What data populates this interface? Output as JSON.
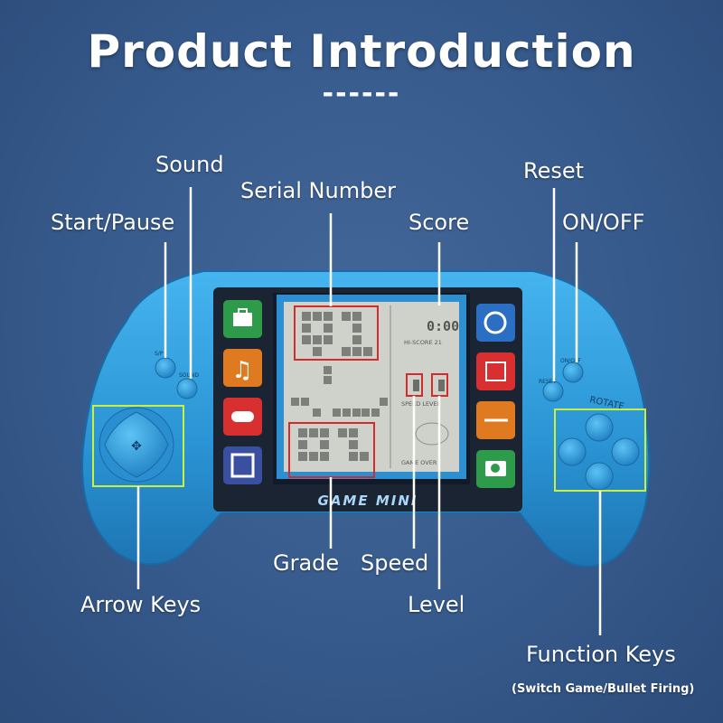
{
  "title": "Product Introduction",
  "title_underline": "------",
  "labels": {
    "sound": "Sound",
    "start_pause": "Start/Pause",
    "serial_number": "Serial Number",
    "score": "Score",
    "reset": "Reset",
    "on_off": "ON/OFF",
    "grade": "Grade",
    "speed": "Speed",
    "level": "Level",
    "arrow_keys": "Arrow Keys",
    "function_keys": "Function Keys",
    "function_keys_note": "(Switch Game/Bullet Firing)"
  },
  "device": {
    "brand_text": "GAME MINI",
    "rotate_text": "ROTATE",
    "button_texts": {
      "start_pause": "S/P",
      "sound": "SOUND",
      "reset": "RESET",
      "on_off": "ON/OFF"
    },
    "screen": {
      "score_digits": "0:00",
      "hi_score_text": "HI-SCORE 21",
      "speed_level_text": "SPEED LEVEL",
      "game_over_text": "GAME OVER"
    },
    "left_icons": [
      "toolbox-icon",
      "music-note-icon",
      "gamepad-icon",
      "film-icon"
    ],
    "right_icons": [
      "refresh-icon",
      "chip-icon",
      "usb-icon",
      "camera-icon"
    ]
  },
  "colors": {
    "device_blue": "#2f9ad8",
    "highlight_box": "#c8f03c",
    "marker_red": "#d42a2a"
  }
}
